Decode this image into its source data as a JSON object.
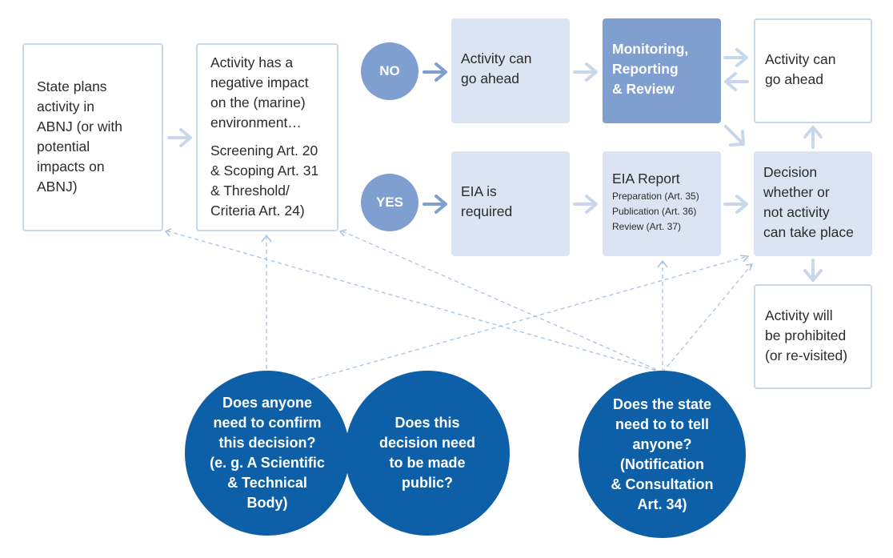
{
  "boxes": {
    "state_plans": [
      "State plans",
      "activity in",
      "ABNJ (or with",
      "potential",
      "impacts on",
      "ABNJ)"
    ],
    "negative_impact": [
      "Activity has a",
      "negative impact",
      "on the (marine)",
      "environment…"
    ],
    "screening": [
      "Screening Art. 20",
      "& Scoping Art. 31",
      "& Threshold/",
      "Criteria Art. 24)"
    ],
    "go_ahead_1": [
      "Activity can",
      "go ahead"
    ],
    "monitoring": [
      "Monitoring,",
      "Reporting",
      "& Review"
    ],
    "go_ahead_2": [
      "Activity can",
      "go ahead"
    ],
    "eia_required": [
      "EIA is",
      "required"
    ],
    "eia_report_title": "EIA Report",
    "eia_report_items": [
      "Preparation (Art. 35)",
      "Publication (Art. 36)",
      "Review (Art. 37)"
    ],
    "decision": [
      "Decision",
      "whether or",
      "not activity",
      "can take place"
    ],
    "prohibited": [
      "Activity will",
      "be prohibited",
      "(or re-visited)"
    ]
  },
  "pills": {
    "no": "NO",
    "yes": "YES"
  },
  "circles": {
    "confirm": [
      "Does anyone",
      "need to confirm",
      "this decision?",
      "(e. g. A Scientific",
      "& Technical",
      "Body)"
    ],
    "public": [
      "Does this",
      "decision need",
      "to be made",
      "public?"
    ],
    "tell": [
      "Does the state",
      "need to to tell",
      "anyone?",
      "(Notification",
      "& Consultation",
      "Art. 34)"
    ]
  },
  "colors": {
    "arrow": "#c9d7ec",
    "pill": "#7f9fd0",
    "pill_arrow": "#7f9fd0",
    "circle": "#0d60a8",
    "dashed": "#a9c2e3",
    "box_fill": "#dbe4f3",
    "box_border": "#cbd7e8"
  }
}
